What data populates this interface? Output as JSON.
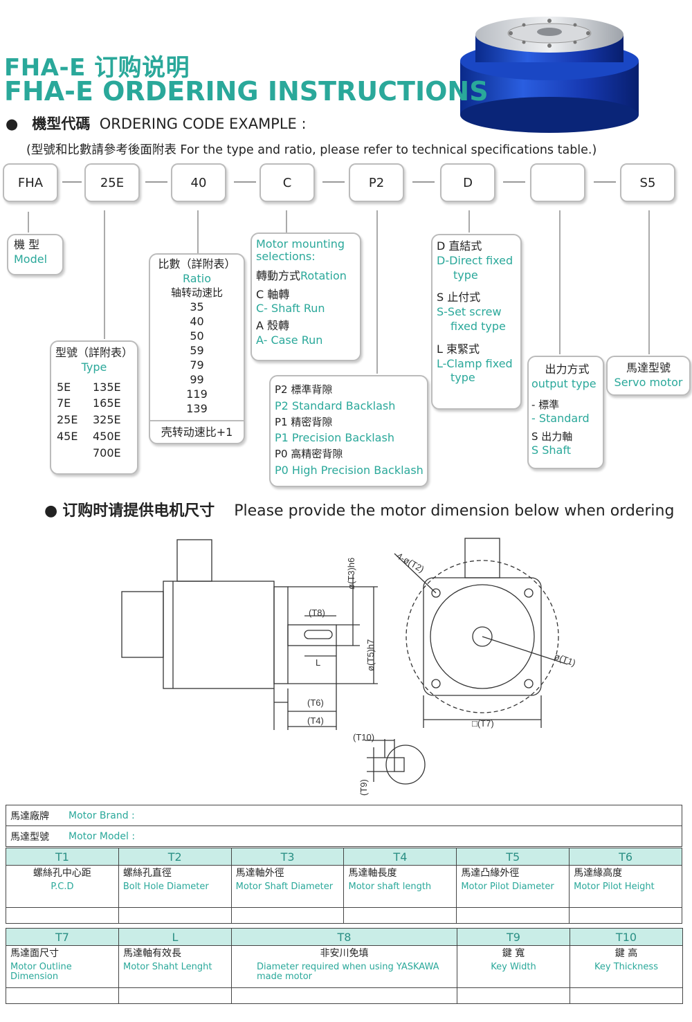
{
  "header": {
    "title_cn": "FHA-E 订购说明",
    "title_en": "FHA-E ORDERING INSTRUCTIONS",
    "code_example_cn": "機型代碼",
    "code_example_en": "ORDERING CODE EXAMPLE :",
    "note": "(型號和比數請參考後面附表 For the type and ratio, please refer to technical specifications table.)"
  },
  "code_boxes": [
    "FHA",
    "25E",
    "40",
    "C",
    "P2",
    "D",
    "",
    "S5"
  ],
  "cards": {
    "model": {
      "cn": "機 型",
      "en": "Model"
    },
    "type": {
      "cn": "型號（詳附表）",
      "en": "Type",
      "rows": [
        [
          "5E",
          "135E"
        ],
        [
          "7E",
          "165E"
        ],
        [
          "25E",
          "325E"
        ],
        [
          "45E",
          "450E"
        ],
        [
          "",
          "700E"
        ]
      ]
    },
    "ratio": {
      "cn": "比數（詳附表）",
      "en": "Ratio",
      "sub": "轴转动速比",
      "values": [
        "35",
        "40",
        "50",
        "59",
        "79",
        "99",
        "119",
        "139"
      ],
      "footer": "壳转动速比+1"
    },
    "mounting": {
      "title_en": "Motor mounting selections:",
      "rot_cn": "轉動方式",
      "rot_en": "Rotation",
      "c_cn": "C 軸轉",
      "c_en": "C- Shaft Run",
      "a_cn": "A 殼轉",
      "a_en": "A- Case Run"
    },
    "backlash": {
      "p2_cn": "P2 標準背隙",
      "p2_en": "P2 Standard Backlash",
      "p1_cn": "P1 精密背隙",
      "p1_en": "P1 Precision Backlash",
      "p0_cn": "P0 高精密背隙",
      "p0_en": "P0 High Precision Backlash"
    },
    "fixing": {
      "d_cn": "D 直結式",
      "d_en1": "D-Direct fixed",
      "d_en2": "type",
      "s_cn": "S 止付式",
      "s_en1": "S-Set screw",
      "s_en2": "fixed type",
      "l_cn": "L 束緊式",
      "l_en1": "L-Clamp fixed",
      "l_en2": "type"
    },
    "output": {
      "cn": "出力方式",
      "en": "output type",
      "std_cn": "- 標準",
      "std_en": "- Standard",
      "s_cn": "S 出力軸",
      "s_en": "S Shaft"
    },
    "servo": {
      "cn": "馬達型號",
      "en": "Servo motor"
    }
  },
  "section2": {
    "cn": "订购时请提供电机尺寸",
    "en": "Please provide the motor dimension below when ordering"
  },
  "drawing_labels": {
    "t1": "ø(T1)",
    "t2": "4-ø(T2)",
    "t3": "ø(T3)h6",
    "t4": "(T4)",
    "t5": "ø(T5)h7",
    "t6": "(T6)",
    "t7": "□(T7)",
    "t8": "(T8)",
    "t9": "(T9)",
    "t10": "(T10)",
    "l": "L"
  },
  "table": {
    "brand_cn": "馬達廠牌",
    "brand_en": "Motor Brand :",
    "model_cn": "馬達型號",
    "model_en": "Motor Model :",
    "row1_headers": [
      "T1",
      "T2",
      "T3",
      "T4",
      "T5",
      "T6"
    ],
    "row1_desc": [
      {
        "cn": "螺絲孔中心距",
        "en": "P.C.D"
      },
      {
        "cn": "螺絲孔直徑",
        "en": "Bolt Hole Diameter"
      },
      {
        "cn": "馬達軸外徑",
        "en": "Motor Shaft Diameter"
      },
      {
        "cn": "馬達軸長度",
        "en": "Motor shaft length"
      },
      {
        "cn": "馬達凸緣外徑",
        "en": "Motor Pilot Diameter"
      },
      {
        "cn": "馬達緣高度",
        "en": "Motor Pilot Height"
      }
    ],
    "row2_headers": [
      "T7",
      "L",
      "T8",
      "T9",
      "T10"
    ],
    "row2_desc": [
      {
        "cn": "馬達面尺寸",
        "en": "Motor Outline Dimension"
      },
      {
        "cn": "馬達軸有效長",
        "en": "Motor Shaht Lenght"
      },
      {
        "cn": "非安川免填",
        "en": "Diameter required when using YASKAWA made motor"
      },
      {
        "cn": "鍵 寬",
        "en": "Key Width"
      },
      {
        "cn": "鍵 高",
        "en": "Key Thickness"
      }
    ]
  }
}
